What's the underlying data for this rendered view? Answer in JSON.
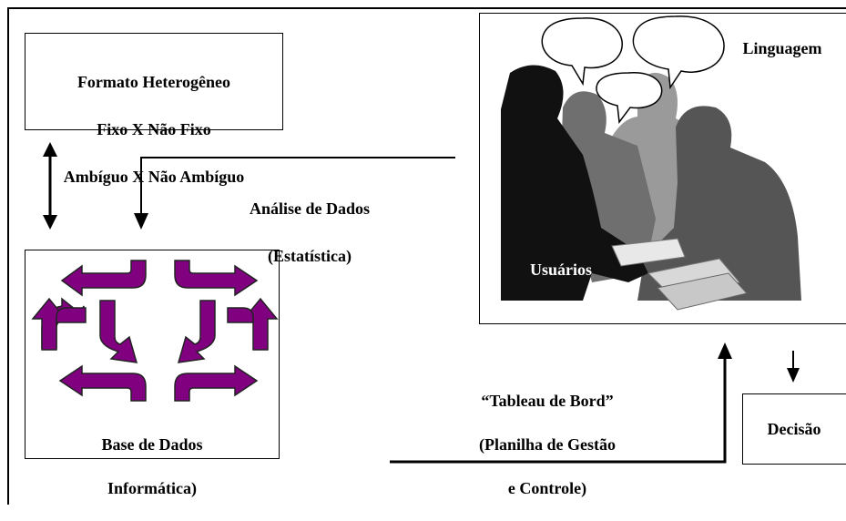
{
  "format_box": {
    "line1": "Formato Heterogêneo",
    "line2": "Fixo X Não Fixo",
    "line3": "Ambíguo X Não Ambíguo"
  },
  "analysis_label": {
    "line1": "Análise de Dados",
    "line2": "(Estatística)"
  },
  "users_panel": {
    "language_label": "Linguagem",
    "users_label": "Usuários"
  },
  "database_box": {
    "line1": "Base de Dados",
    "line2": "Informática)"
  },
  "tableau_label": {
    "line1": "“Tableau de Bord”",
    "line2": "(Planilha de Gestão",
    "line3": "e Controle)"
  },
  "decision_box": {
    "label": "Decisão"
  },
  "colors": {
    "arrow_fill": "#800080",
    "line": "#000000",
    "silhouette_dark": "#111111",
    "silhouette_mid": "#555555",
    "silhouette_light": "#9a9a9a"
  }
}
